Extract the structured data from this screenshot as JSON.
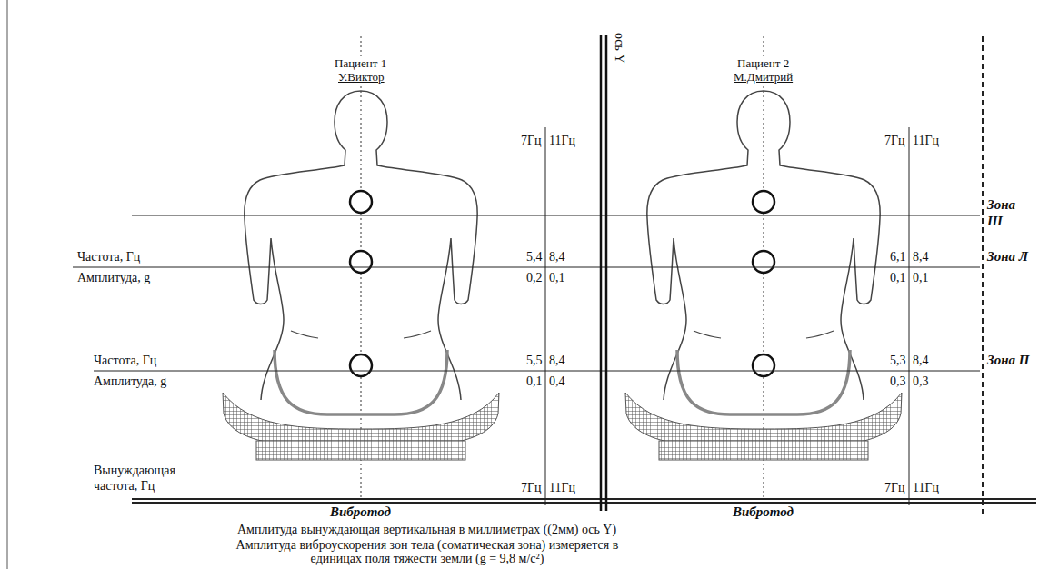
{
  "diagram": {
    "labels": [
      "Пациент 1",
      "У.Виктор",
      "ось Y",
      "Пациент 2",
      "М.Дмитрий",
      "7Гц",
      "11Гц",
      "7Гц",
      "11Гц",
      "Зона Ш",
      "Частота, Гц",
      "Амплитуда, g",
      "5,4",
      "8,4",
      "0,2",
      "0,1",
      "6,1",
      "8,4",
      "0,1",
      "0,1",
      "Зона Л",
      "Частота, Гц",
      "Амплитуда, g",
      "5,5",
      "8,4",
      "0,1",
      "0,4",
      "5,3",
      "8,4",
      "0,3",
      "0,3",
      "Зона П",
      "Вынуждающая частота, Гц",
      "7Гц",
      "11Гц",
      "7Гц",
      "11Гц",
      "Вибротод",
      "Вибротод",
      "Амплитуда вынуждающая вертикальная в миллиметрах ((2мм) ось Y)",
      "Амплитуда виброускорения зон тела (соматическая зона) измеряется в единицах поля тяжести земли (g = 9,8 м/с²)"
    ]
  }
}
